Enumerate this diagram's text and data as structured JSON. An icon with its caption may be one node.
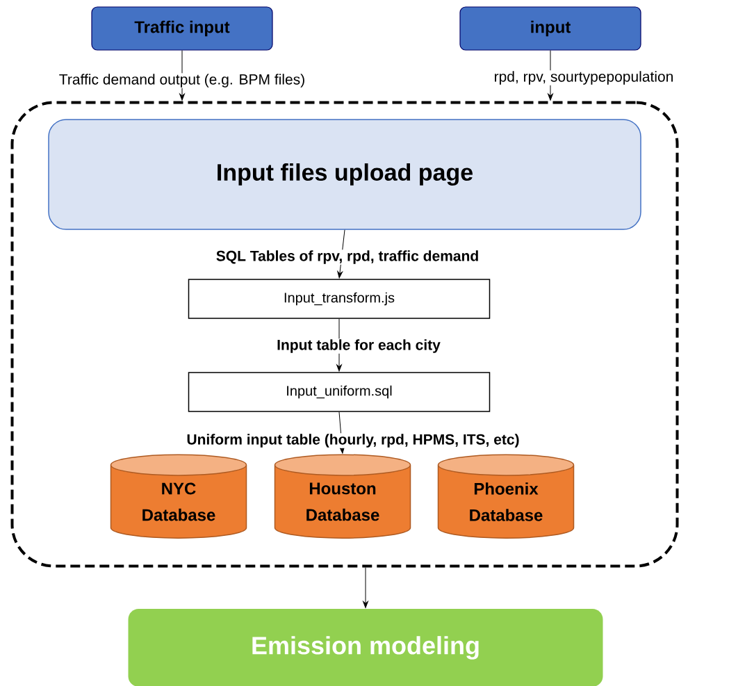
{
  "diagram": {
    "nodes": [
      {
        "text": [
          "Traffic input"
        ]
      },
      {
        "text": [
          "input"
        ]
      },
      {
        "text": [],
        "shape": "box"
      },
      {
        "text": [
          "Input files upload page"
        ],
        "in": 2
      },
      {
        "text": [
          "Input_transform.js"
        ],
        "in": 2
      },
      {
        "text": [
          "Input_uniform.sql"
        ],
        "in": 2
      },
      {
        "text": [
          "NYC Database"
        ],
        "in": 2
      },
      {
        "text": [
          "Houston Database"
        ],
        "in": 2
      },
      {
        "text": [
          "Phoenix Database"
        ],
        "in": 2
      },
      {
        "text": [
          "Emission modeling"
        ]
      }
    ],
    "edges": [
      {
        "from": 0,
        "to": 2,
        "arrow": "to",
        "label": "Traffic demand output (e.g. BPM files)"
      },
      {
        "from": 1,
        "to": 2,
        "arrow": "to",
        "label": "rpd, rpv, sourtypepopulation"
      },
      {
        "from": 3,
        "to": 4,
        "arrow": "to",
        "label": "SQL Tables of rpv, rpd, traffic demand"
      },
      {
        "from": 4,
        "to": 5,
        "arrow": "to",
        "label": "Input table for each city"
      },
      {
        "from": 5,
        "to": 7,
        "arrow": "to",
        "label": "Uniform input table (hourly, rpd, HPMS, ITS, etc)"
      },
      {
        "from": 2,
        "to": 9,
        "arrow": "to"
      }
    ]
  }
}
